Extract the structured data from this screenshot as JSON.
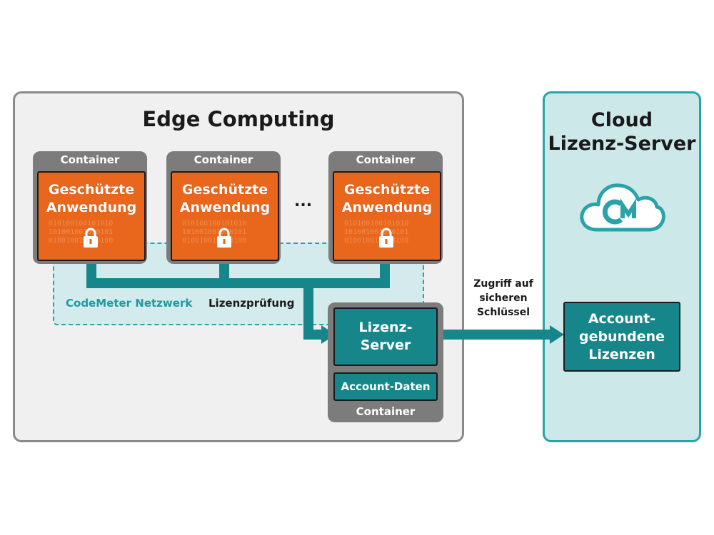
{
  "edge": {
    "title": "Edge Computing",
    "network_label": "CodeMeter Netzwerk",
    "check_label": "Lizenzprüfung",
    "ellipsis": "...",
    "containers": [
      {
        "container_label": "Container",
        "app_label_1": "Geschützte",
        "app_label_2": "Anwendung"
      },
      {
        "container_label": "Container",
        "app_label_1": "Geschützte",
        "app_label_2": "Anwendung"
      },
      {
        "container_label": "Container",
        "app_label_1": "Geschützte",
        "app_label_2": "Anwendung"
      }
    ],
    "server": {
      "label_1": "Lizenz-",
      "label_2": "Server",
      "account_data": "Account-Daten",
      "container_label": "Container"
    }
  },
  "cloud": {
    "title_1": "Cloud",
    "title_2": "Lizenz-Server",
    "icon": "cloud-codemeter-icon",
    "licenses_1": "Account-",
    "licenses_2": "gebundene",
    "licenses_3": "Lizenzen"
  },
  "connection": {
    "access_1": "Zugriff auf",
    "access_2": "sicheren",
    "access_3": "Schlüssel"
  },
  "colors": {
    "orange": "#e8671c",
    "teal": "#16868b",
    "teal_light": "#cde8e9",
    "gray": "#7c7c7c"
  }
}
